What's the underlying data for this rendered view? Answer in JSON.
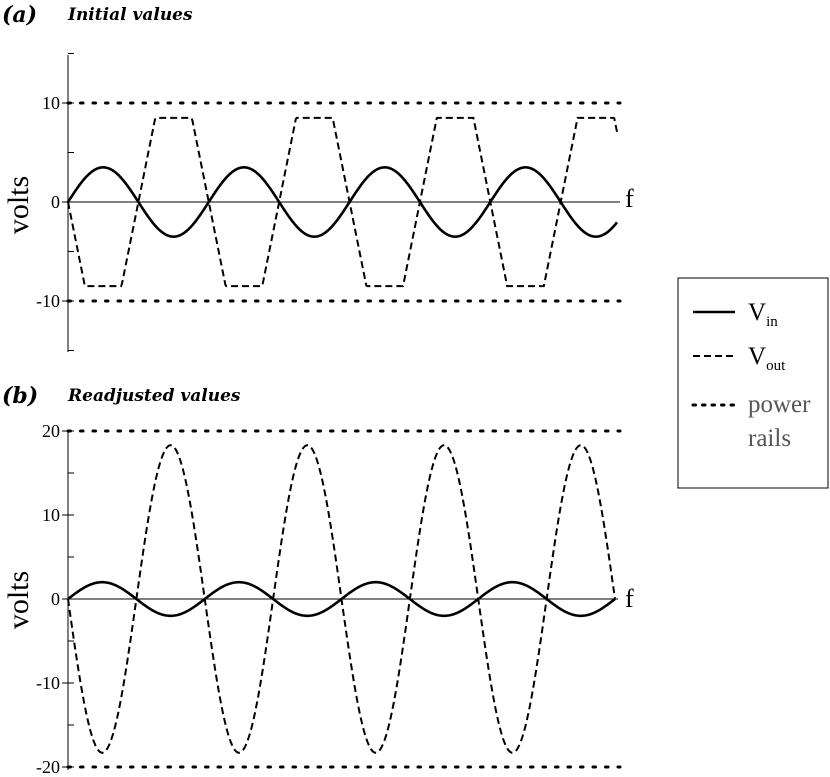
{
  "chart_data": [
    {
      "type": "line",
      "panel_tag": "(a)",
      "title": "Initial values",
      "ylabel": "volts",
      "xlabel": "f",
      "ylim": [
        -15,
        15
      ],
      "yticks": [
        10,
        0,
        -10
      ],
      "ytick_labels": [
        "10",
        "0",
        "-10"
      ],
      "x_range": [
        0,
        4
      ],
      "grid": false,
      "series": [
        {
          "name": "V_in",
          "style": "solid",
          "kind": "sine",
          "amplitude": 3.5,
          "cycles": 3.9,
          "phase_deg": 0
        },
        {
          "name": "V_out",
          "style": "dashed",
          "kind": "clipped-trapezoid",
          "clip_level": 8.5,
          "cycles": 3.9,
          "inverted": true
        },
        {
          "name": "power rails",
          "style": "dotted",
          "kind": "rails",
          "levels": [
            10,
            -10
          ]
        }
      ]
    },
    {
      "type": "line",
      "panel_tag": "(b)",
      "title": "Readjusted values",
      "ylabel": "volts",
      "xlabel": "f",
      "ylim": [
        -20,
        20
      ],
      "yticks": [
        20,
        10,
        0,
        -10,
        -20
      ],
      "ytick_labels": [
        "20",
        "10",
        "0",
        "-10",
        "-20"
      ],
      "x_range": [
        0,
        4
      ],
      "grid": false,
      "series": [
        {
          "name": "V_in",
          "style": "solid",
          "kind": "sine",
          "amplitude": 2,
          "cycles": 4,
          "phase_deg": 0
        },
        {
          "name": "V_out",
          "style": "dashed",
          "kind": "sine",
          "amplitude": 18.3,
          "cycles": 4,
          "inverted": true
        },
        {
          "name": "power rails",
          "style": "dotted",
          "kind": "rails",
          "levels": [
            20,
            -20
          ]
        }
      ]
    }
  ],
  "legend": {
    "placement": "right",
    "items": [
      {
        "style": "solid",
        "main": "V",
        "sub": "in"
      },
      {
        "style": "dashed",
        "main": "V",
        "sub": "out"
      },
      {
        "style": "dotted",
        "line1": "power",
        "line2": "rails"
      }
    ]
  }
}
